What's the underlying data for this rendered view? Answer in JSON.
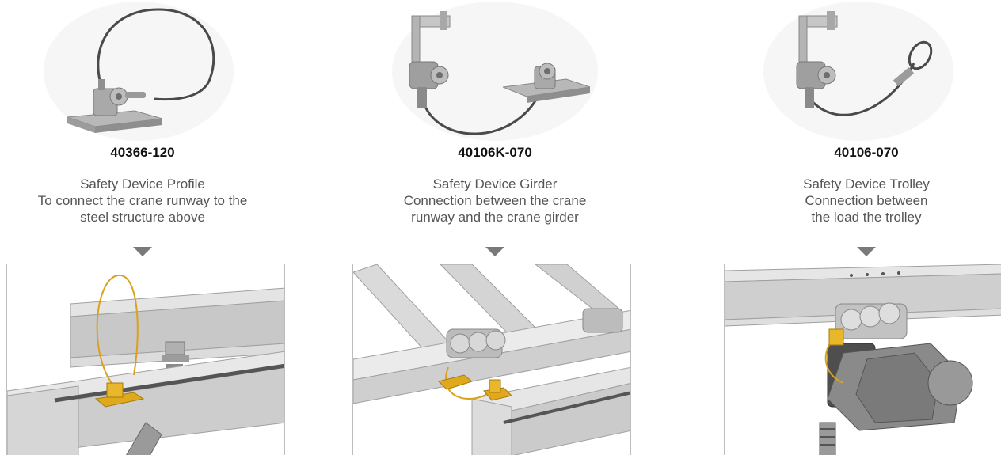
{
  "products": [
    {
      "code": "40366-120",
      "description": [
        "Safety Device Profile",
        "To connect the crane runway to the",
        "steel structure above"
      ],
      "product_icon": "safety-device-profile-icon",
      "scene_icon": "crane-runway-profile-scene"
    },
    {
      "code": "40106K-070",
      "description": [
        "Safety Device Girder",
        "Connection between the crane",
        "runway and the crane girder"
      ],
      "product_icon": "safety-device-girder-icon",
      "scene_icon": "crane-girder-scene"
    },
    {
      "code": "40106-070",
      "description": [
        "Safety Device Trolley",
        "Connection between",
        "the load the trolley"
      ],
      "product_icon": "safety-device-trolley-icon",
      "scene_icon": "trolley-hoist-scene"
    }
  ],
  "colors": {
    "cable_yellow": "#d9a21a",
    "steel": "#c9c9c9",
    "arrow": "#7a7a7a",
    "code_text": "#111111",
    "body_text": "#555555"
  }
}
